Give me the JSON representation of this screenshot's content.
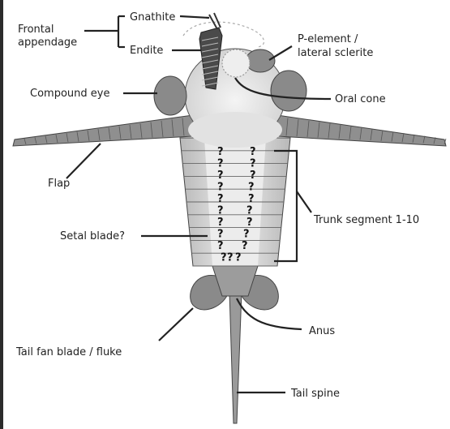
{
  "labels": {
    "frontal_appendage_line1": "Frontal",
    "frontal_appendage_line2": "appendage",
    "gnathite": "Gnathite",
    "endite": "Endite",
    "p_element_line1": "P-element /",
    "p_element_line2": "lateral sclerite",
    "compound_eye": "Compound eye",
    "oral_cone": "Oral cone",
    "flap": "Flap",
    "setal_blade": "Setal blade?",
    "trunk_segment": "Trunk segment 1-10",
    "anus": "Anus",
    "tail_fan_blade": "Tail fan blade / fluke",
    "tail_spine": "Tail spine"
  },
  "question_mark": "?",
  "colors": {
    "dark_fill": "#8a8a8a",
    "body_fill": "#d8d8d8",
    "light_fill": "#ececec",
    "outline": "#444444",
    "label_line": "#222222",
    "left_edge": "#2b2b2b"
  }
}
